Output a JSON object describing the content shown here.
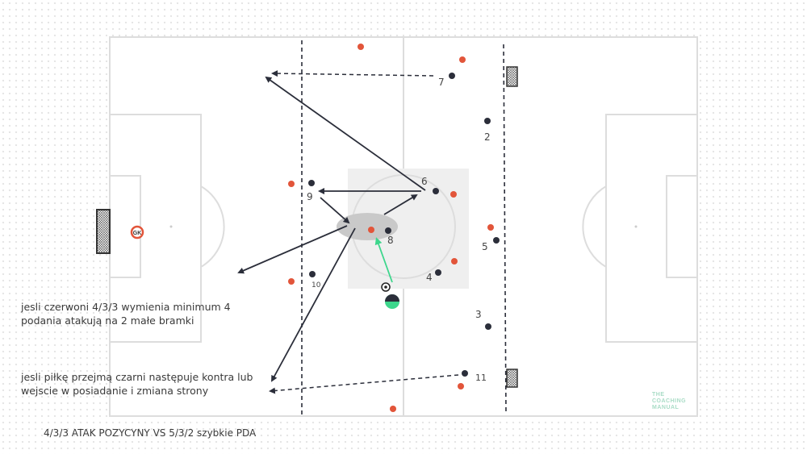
{
  "notes": {
    "attack_rule": "jesli czerwoni 4/3/3 wymienia minimum 4 podania atakują na 2 małe bramki",
    "counter_rule": "jesli piłkę przejmą czarni następuje kontra lub wejscie w posiadanie i zmiana strony"
  },
  "caption": "4/3/3 ATAK POZYCYNY VS 5/3/2 szybkie PDA",
  "goalkeeper": {
    "label": "GK"
  },
  "player_numbers": {
    "n7": "7",
    "n2": "2",
    "n6": "6",
    "n9": "9",
    "n8": "8",
    "n5": "5",
    "n4": "4",
    "n10": "10",
    "n3": "3",
    "n11": "11"
  },
  "brand": {
    "line1": "THE",
    "line2": "COACHING",
    "line3": "MANUAL"
  },
  "colors": {
    "pitch_line": "#dddddd",
    "red_player": "#e2553a",
    "black_player": "#2b2e3a",
    "pass_arrow": "#2b2e3a",
    "ball_arrow": "#3dd68c",
    "zone": "#efefef",
    "press_zone": "#c9c9c9"
  }
}
